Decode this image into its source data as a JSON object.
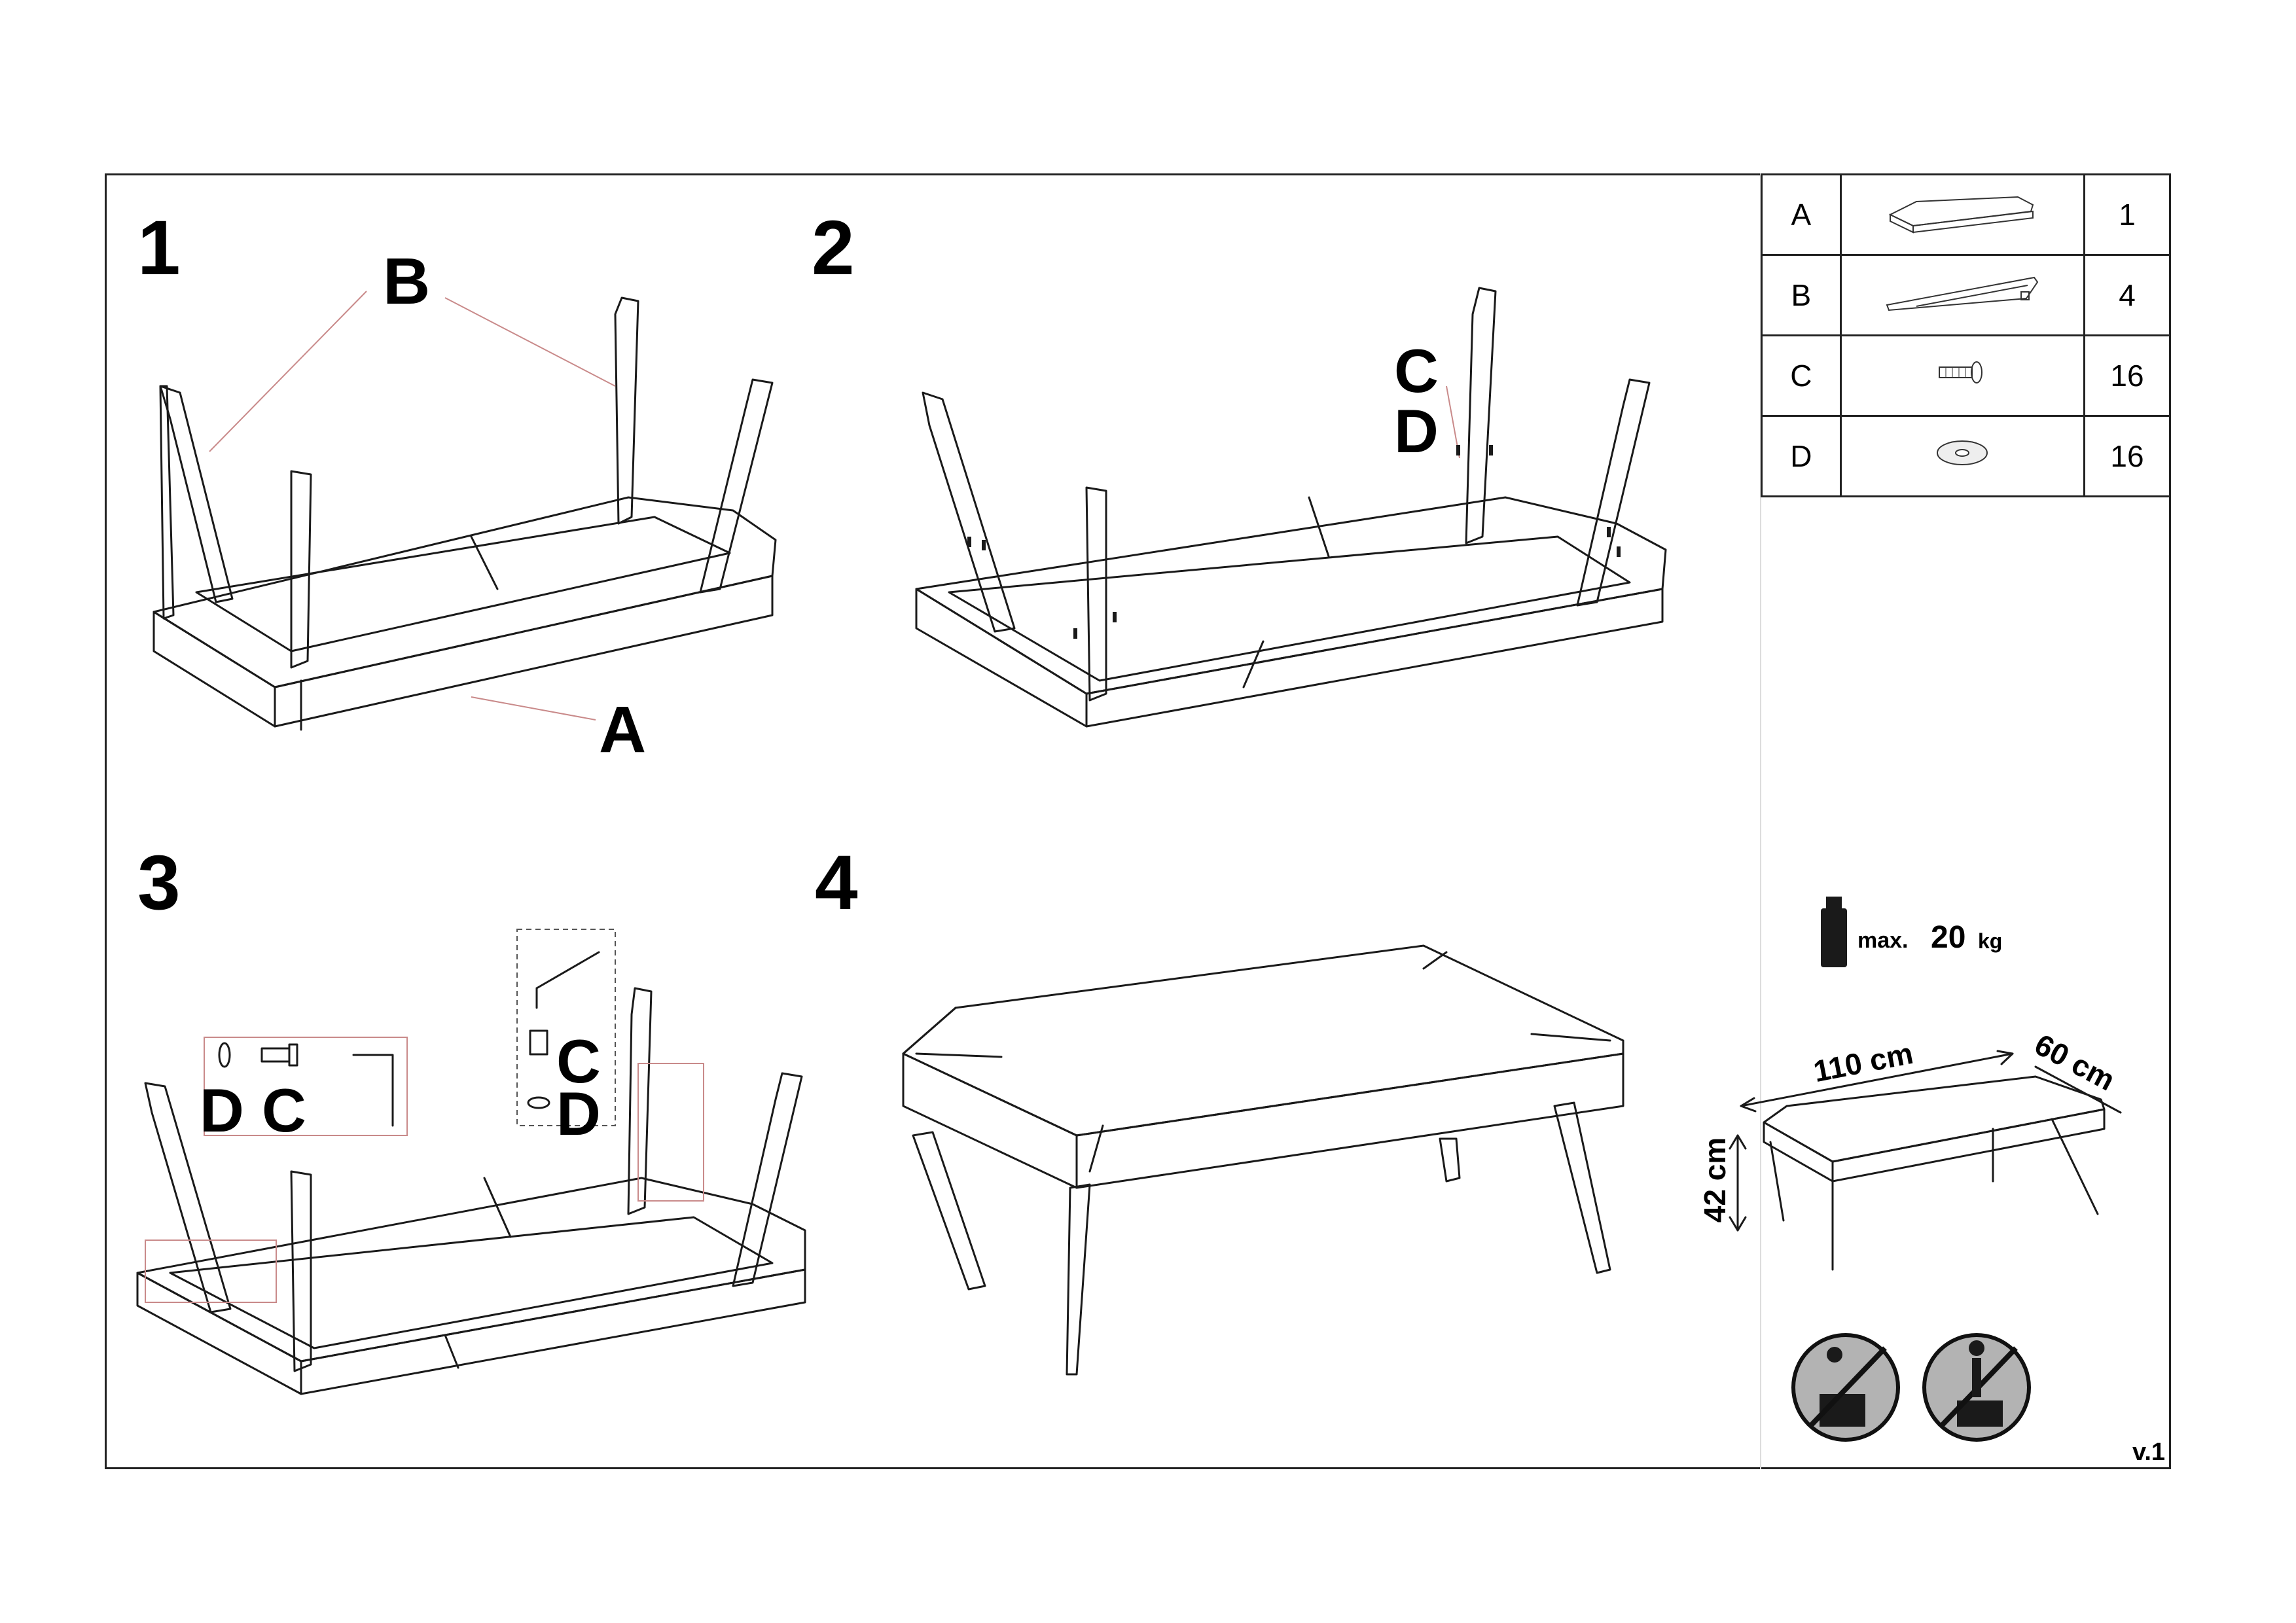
{
  "steps": [
    "1",
    "2",
    "3",
    "4"
  ],
  "callouts": {
    "step1": {
      "legs": "B",
      "frame": "A"
    },
    "step2": {
      "screw": "C",
      "washer": "D"
    },
    "step3": {
      "washer": "D",
      "screw": "C",
      "screw_detail": "C",
      "washer_detail": "D"
    }
  },
  "parts": [
    {
      "letter": "A",
      "icon": "tabletop-frame-icon",
      "qty": "1"
    },
    {
      "letter": "B",
      "icon": "leg-bracket-icon",
      "qty": "4"
    },
    {
      "letter": "C",
      "icon": "screw-icon",
      "qty": "16"
    },
    {
      "letter": "D",
      "icon": "washer-icon",
      "qty": "16"
    }
  ],
  "load": {
    "prefix": "max.",
    "value": "20",
    "unit": "kg"
  },
  "dimensions": {
    "length": "110 cm",
    "width": "60 cm",
    "height": "42 cm"
  },
  "warnings": [
    "no-climbing-icon",
    "no-standing-icon"
  ],
  "version": "v.1"
}
